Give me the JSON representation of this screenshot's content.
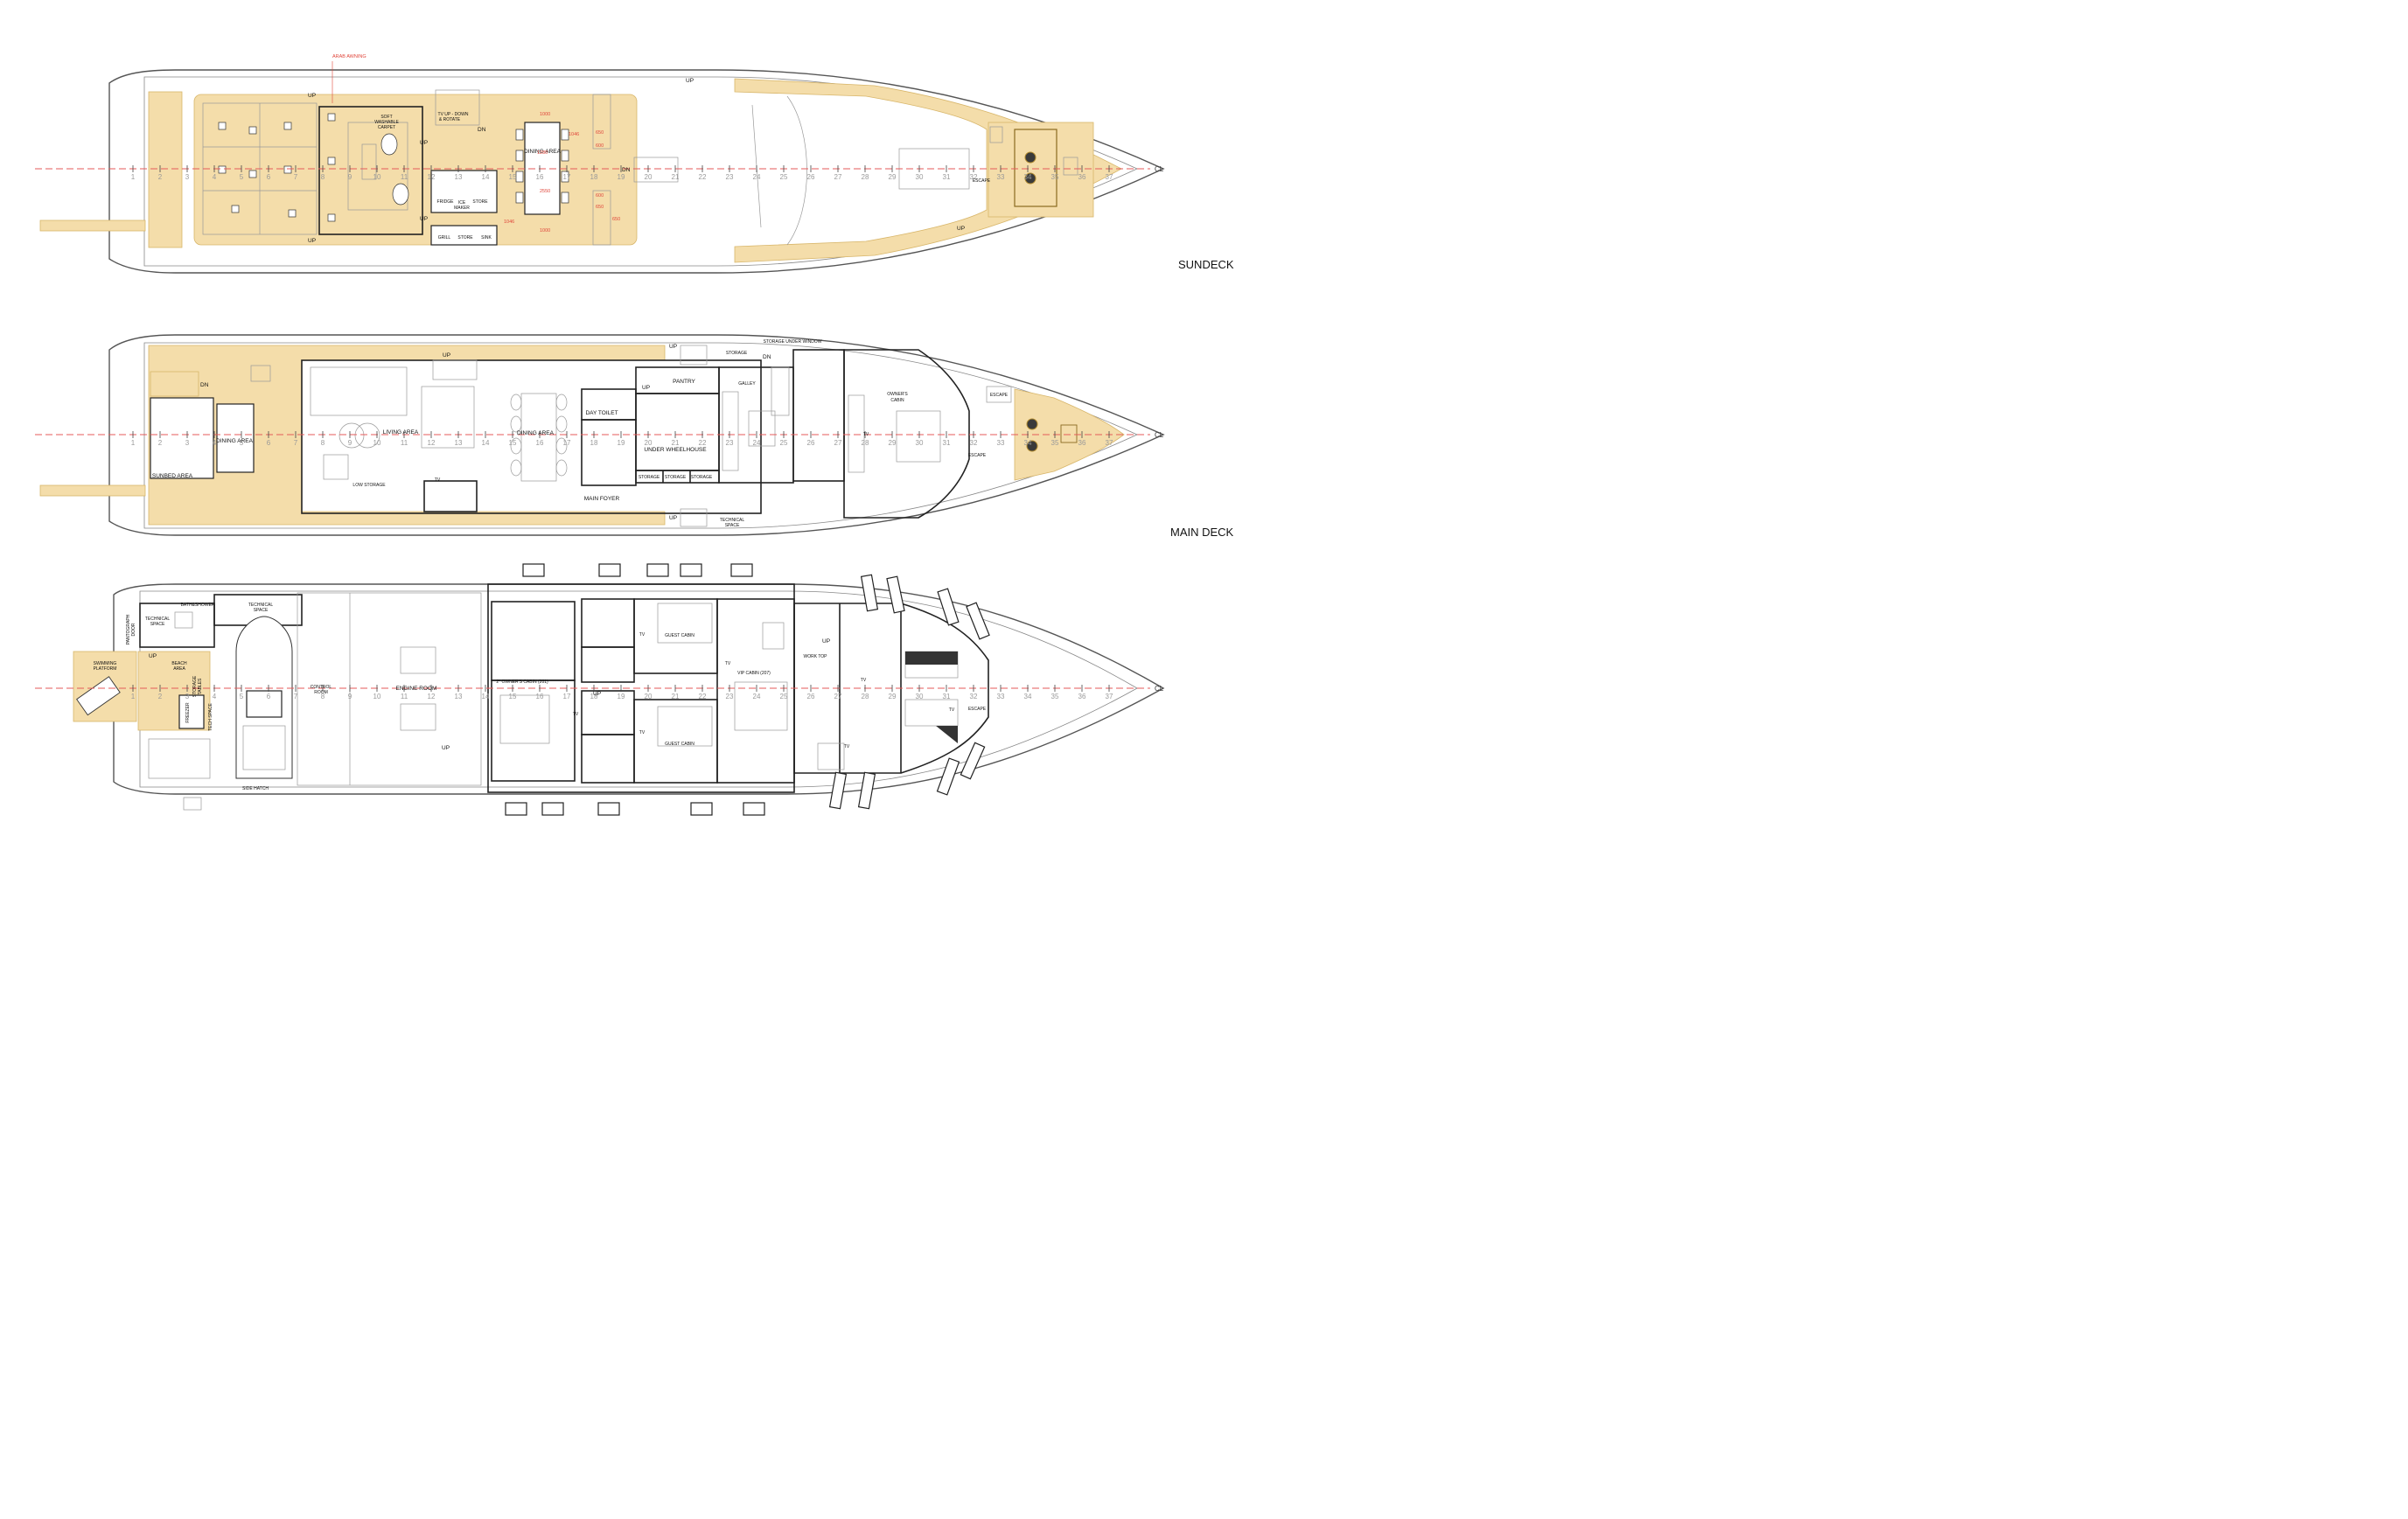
{
  "decks": {
    "sundeck": {
      "name": "SUNDECK",
      "labels": {
        "arab_awning": "ARAB AWNING",
        "soft_carpet_1": "SOFT",
        "soft_carpet_2": "WASHABLE",
        "soft_carpet_3": "CARPET",
        "tv_up_down_1": "TV UP - DOWN",
        "tv_up_down_2": "& ROTATE",
        "dining_area": "DINING AREA",
        "fridge": "FRIDGE",
        "ice_maker_1": "ICE",
        "ice_maker_2": "MAKER",
        "store_1": "STORE",
        "grill": "GRILL",
        "store_2": "STORE",
        "sink": "SINK",
        "escape": "ESCAPE",
        "up_1": "UP",
        "up_2": "UP",
        "up_3": "UP",
        "up_4": "UP",
        "up_5": "UP",
        "up_6": "UP",
        "dn_1": "DN",
        "dn_2": "DN"
      },
      "dims": [
        "1000",
        "1046",
        "650",
        "600",
        "1280",
        "2550",
        "600",
        "650",
        "1046",
        "1000",
        "650"
      ]
    },
    "main_deck": {
      "name": "MAIN DECK",
      "labels": {
        "dn": "DN",
        "dining_aft": "DINING AREA",
        "sunbed_area": "SUNBED AREA",
        "living_area": "LIVING AREA",
        "dining_area": "DINING AREA",
        "low_storage": "LOW STORAGE",
        "tv": "TV",
        "main_foyer": "MAIN FOYER",
        "day_toilet": "DAY TOILET",
        "pantry": "PANTRY",
        "galley": "GALLEY",
        "under_wheelhouse": "UNDER WHEELHOUSE",
        "storage_1": "STORAGE",
        "storage_2": "STORAGE",
        "storage_3": "STORAGE",
        "storage_4": "STORAGE",
        "storage_under_window": "STORAGE UNDER WINDOW",
        "technical_space_1": "TECHNICAL",
        "technical_space_2": "SPACE",
        "owners_cabin_1": "OWNER'S",
        "owners_cabin_2": "CABIN",
        "escape_1": "ESCAPE",
        "escape_2": "ESCAPE",
        "tv_2": "TV",
        "up_1": "UP",
        "up_2": "UP",
        "up_3": "UP",
        "up_4": "UP",
        "dn_2": "DN"
      }
    },
    "lower_deck": {
      "labels": {
        "bath_shower": "BATH&SHOWER",
        "technical_space_a1": "TECHNICAL",
        "technical_space_a2": "SPACE",
        "technical_space_b1": "TECHNICAL",
        "technical_space_b2": "SPACE",
        "pantograph_door_1": "PANTOGRAPH",
        "pantograph_door_2": "DOOR",
        "swimming_platform_1": "SWIMMING",
        "swimming_platform_2": "PLATFORM",
        "beach_area_1": "BEACH",
        "beach_area_2": "AREA",
        "storage_tables_1": "STORAGE",
        "storage_tables_2": "TABLES",
        "freezer": "FREEZER",
        "tech_space": "TECH SPACE",
        "control_room_1": "CONTROL",
        "control_room_2": "ROOM",
        "engine_room": "ENGINE ROOM",
        "side_hatch": "SIDE HATCH",
        "guest_cabin_1": "GUEST CABIN",
        "guest_cabin_2": "GUEST CABIN",
        "owners_cabin": "2° OWNER'S CABIN (201)",
        "vip_cabin": "VIP CABIN (207)",
        "work_top": "WORK TOP",
        "escape": "ESCAPE",
        "up_1": "UP",
        "up_2": "UP",
        "up_3": "UP",
        "up_4": "UP",
        "tv_1": "TV",
        "tv_2": "TV",
        "tv_3": "TV",
        "tv_4": "TV",
        "tv_5": "TV",
        "tv_6": "TV",
        "tv_7": "TV"
      }
    }
  },
  "centerline_label": "CL",
  "frame_numbers": [
    "1",
    "2",
    "3",
    "4",
    "5",
    "6",
    "7",
    "8",
    "9",
    "10",
    "11",
    "12",
    "13",
    "14",
    "15",
    "16",
    "17",
    "18",
    "19",
    "20",
    "21",
    "22",
    "23",
    "24",
    "25",
    "26",
    "27",
    "28",
    "29",
    "30",
    "31",
    "32",
    "33",
    "34",
    "35",
    "36",
    "37"
  ],
  "colors": {
    "teak_deck": "#f4ddaa",
    "centerline": "#e45a5a",
    "dimension": "#e0463b",
    "walls": "#222222"
  }
}
